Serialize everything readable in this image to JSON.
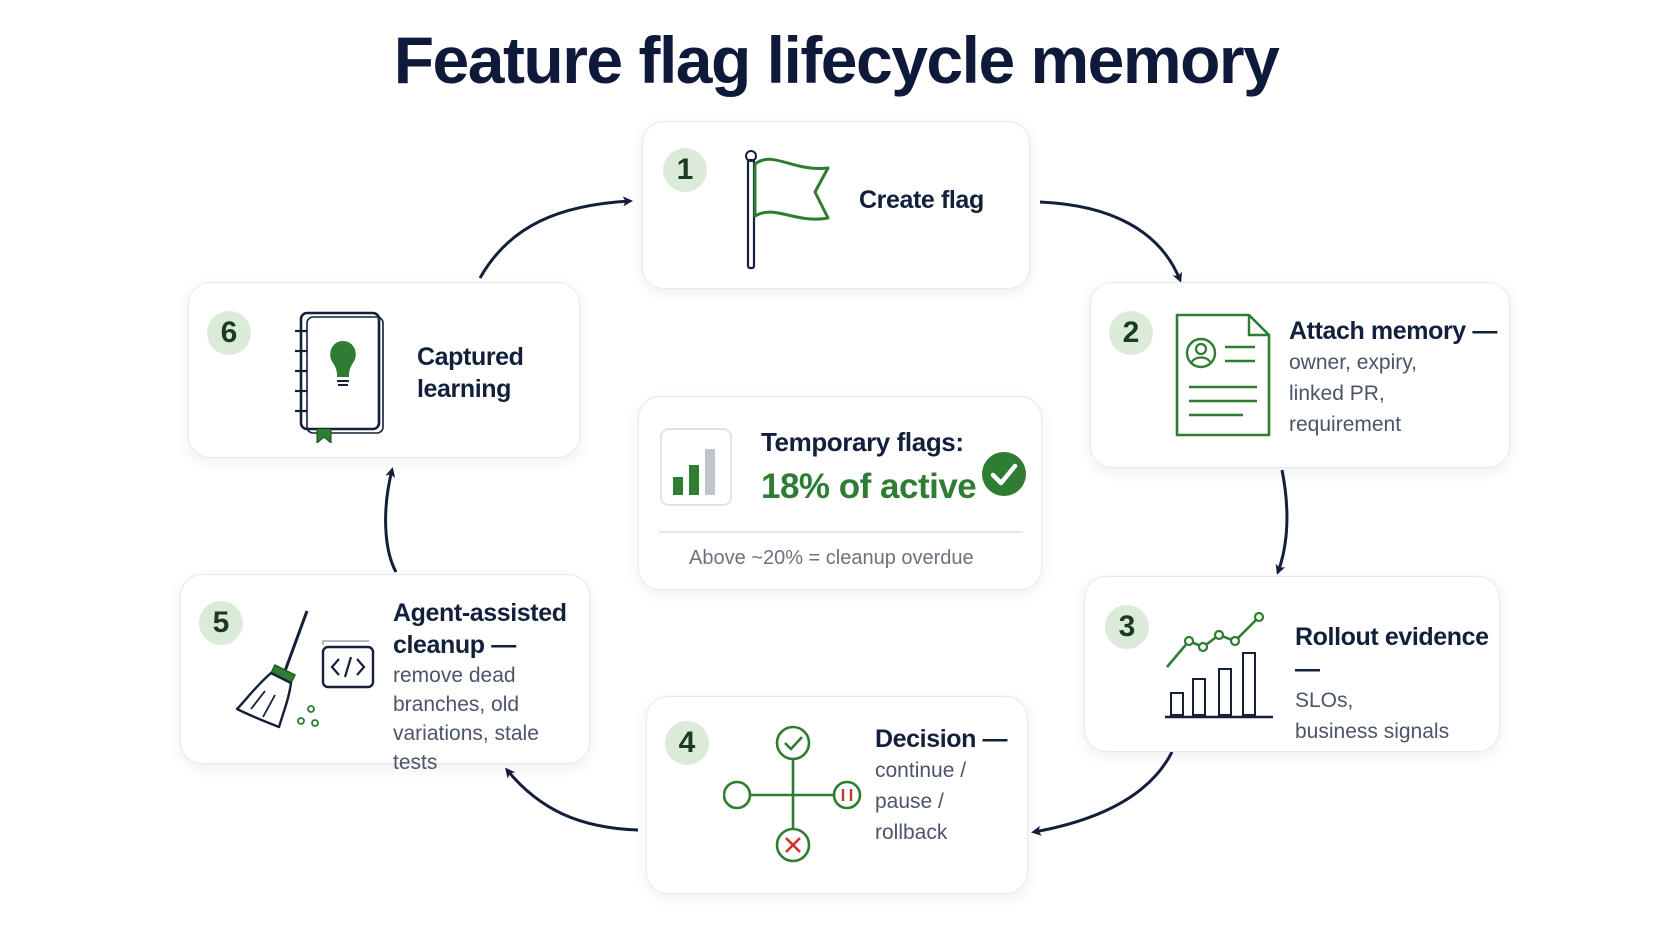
{
  "title": "Feature flag lifecycle memory",
  "colors": {
    "accent_green": "#2e7d32",
    "badge_bg": "#dcebd9",
    "arrow": "#14203a",
    "danger": "#d32f2f"
  },
  "steps": [
    {
      "number": "1",
      "heading": "Create flag",
      "lines": [],
      "icon": "flag-icon"
    },
    {
      "number": "2",
      "heading": "Attach memory —",
      "lines": [
        "owner, expiry,",
        "linked PR,",
        "requirement"
      ],
      "icon": "document-user-icon"
    },
    {
      "number": "3",
      "heading": "Rollout evidence —",
      "lines": [
        "SLOs,",
        "business signals"
      ],
      "icon": "bar-line-chart-icon"
    },
    {
      "number": "4",
      "heading": "Decision —",
      "lines": [
        "continue /",
        "pause /",
        "rollback"
      ],
      "icon": "decision-cross-icon"
    },
    {
      "number": "5",
      "heading": "Agent-assisted",
      "heading2": "cleanup —",
      "lines": [
        "remove dead",
        "branches, old",
        "variations, stale tests"
      ],
      "icon": "broom-code-icon"
    },
    {
      "number": "6",
      "heading": "Captured",
      "heading2": "learning",
      "lines": [],
      "icon": "notebook-lightbulb-icon"
    }
  ],
  "center": {
    "label": "Temporary flags:",
    "value": "18% of active",
    "note": "Above ~20% = cleanup overdue",
    "icon": "bar-chart-icon",
    "status_icon": "check-circle-icon"
  }
}
